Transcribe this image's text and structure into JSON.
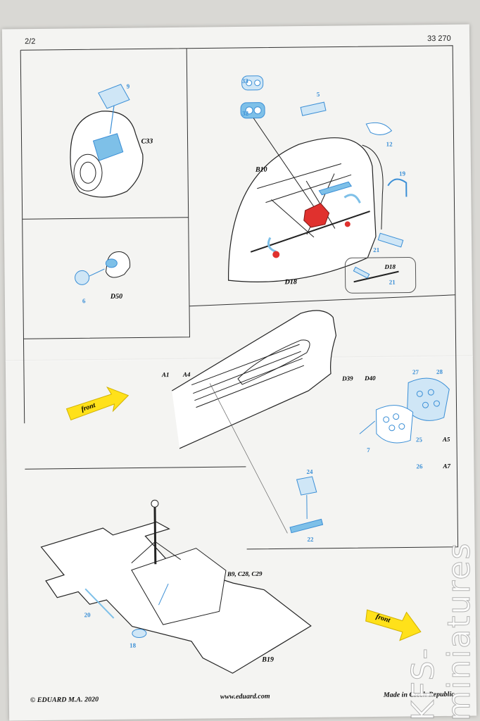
{
  "header": {
    "page": "2/2",
    "code": "33 270"
  },
  "footer": {
    "copyright": "© EDUARD  M.A. 2020",
    "url": "www.eduard.com",
    "origin": "Made in Czech Republic"
  },
  "labels": {
    "c33": "C33",
    "p9": "9",
    "d50": "D50",
    "p6": "6",
    "p33": "33",
    "p32": "32",
    "p5": "5",
    "p12": "12",
    "p19": "19",
    "b10": "B10",
    "p21": "21",
    "d18": "D18",
    "d18b": "D18",
    "p21b": "21",
    "a1": "A1",
    "a4": "A4",
    "d39": "D39",
    "d40": "D40",
    "p27": "27",
    "p28": "28",
    "p7": "7",
    "p25": "25",
    "a5": "A5",
    "p26": "26",
    "a7": "A7",
    "p24": "24",
    "p22": "22",
    "b9": "B9, C28, C29",
    "p20": "20",
    "p18": "18",
    "b19": "B19",
    "front": "front"
  },
  "colors": {
    "etch": "#7ec0e8",
    "label_blue": "#3b8fd6",
    "red_part": "#e0312e",
    "arrow": "#ffe11a"
  },
  "watermark": "KFS-miniatures"
}
